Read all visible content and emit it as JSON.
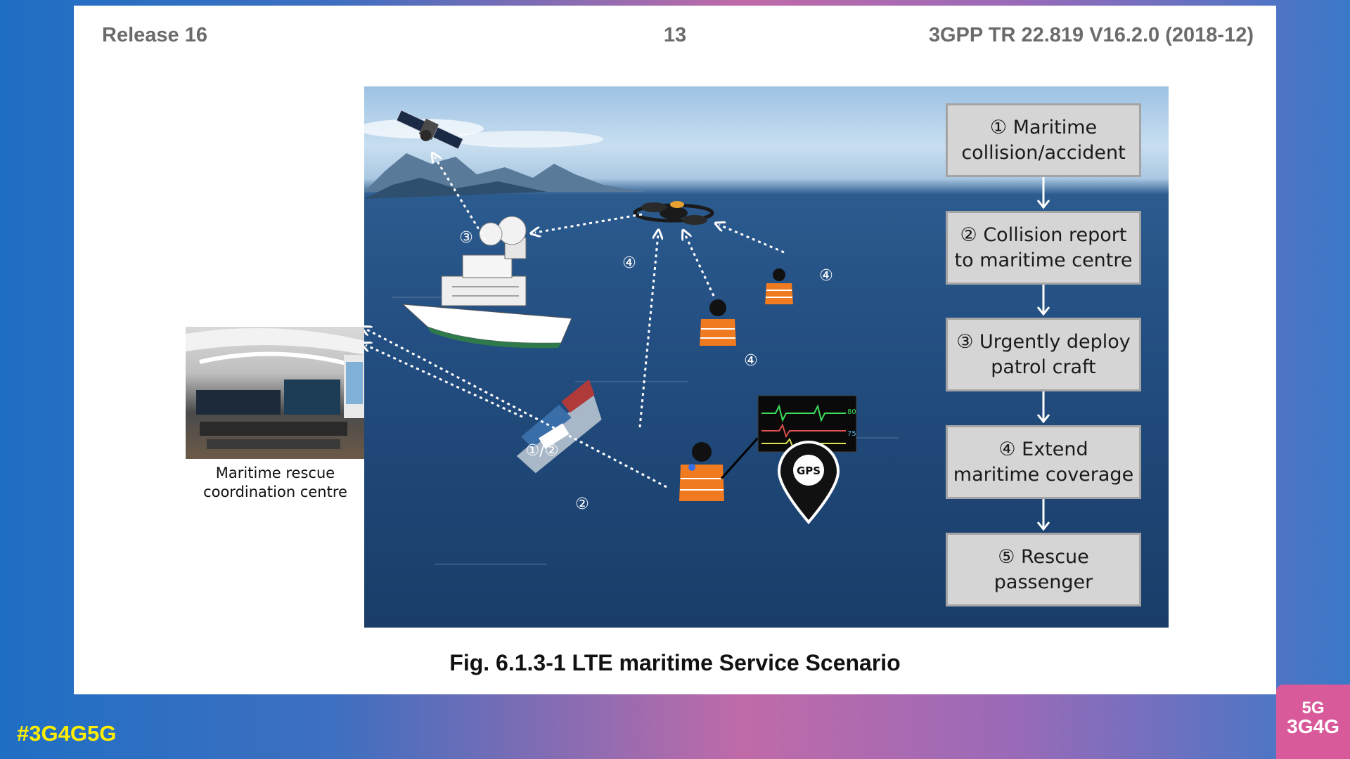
{
  "header": {
    "left": "Release 16",
    "center": "13",
    "right": "3GPP TR 22.819 V16.2.0 (2018-12)"
  },
  "steps": [
    {
      "line1": "① Maritime",
      "line2": "collision/accident"
    },
    {
      "line1": "② Collision report",
      "line2": "to maritime centre"
    },
    {
      "line1": "③ Urgently deploy",
      "line2": "patrol craft"
    },
    {
      "line1": "④ Extend",
      "line2": "maritime coverage"
    },
    {
      "line1": "⑤ Rescue",
      "line2": "passenger"
    }
  ],
  "scene_labels": {
    "ship": "③",
    "drone_from_ship": "④",
    "drone_from_right": "④",
    "drone_from_middle": "④",
    "collision": "①/②",
    "report": "②",
    "gps": "GPS",
    "vital_1": "80",
    "vital_2": "75"
  },
  "mrcc": {
    "line1": "Maritime rescue",
    "line2": "coordination centre"
  },
  "caption": "Fig. 6.1.3-1 LTE maritime Service Scenario",
  "footer": {
    "hashtag": "#3G4G5G",
    "logo_top": "5G",
    "logo_bottom": "3G4G"
  },
  "colors": {
    "sea": "#244f82",
    "vest": "#f07a1f",
    "step_box": "#d5d5d5",
    "hashtag": "#ffee00"
  }
}
